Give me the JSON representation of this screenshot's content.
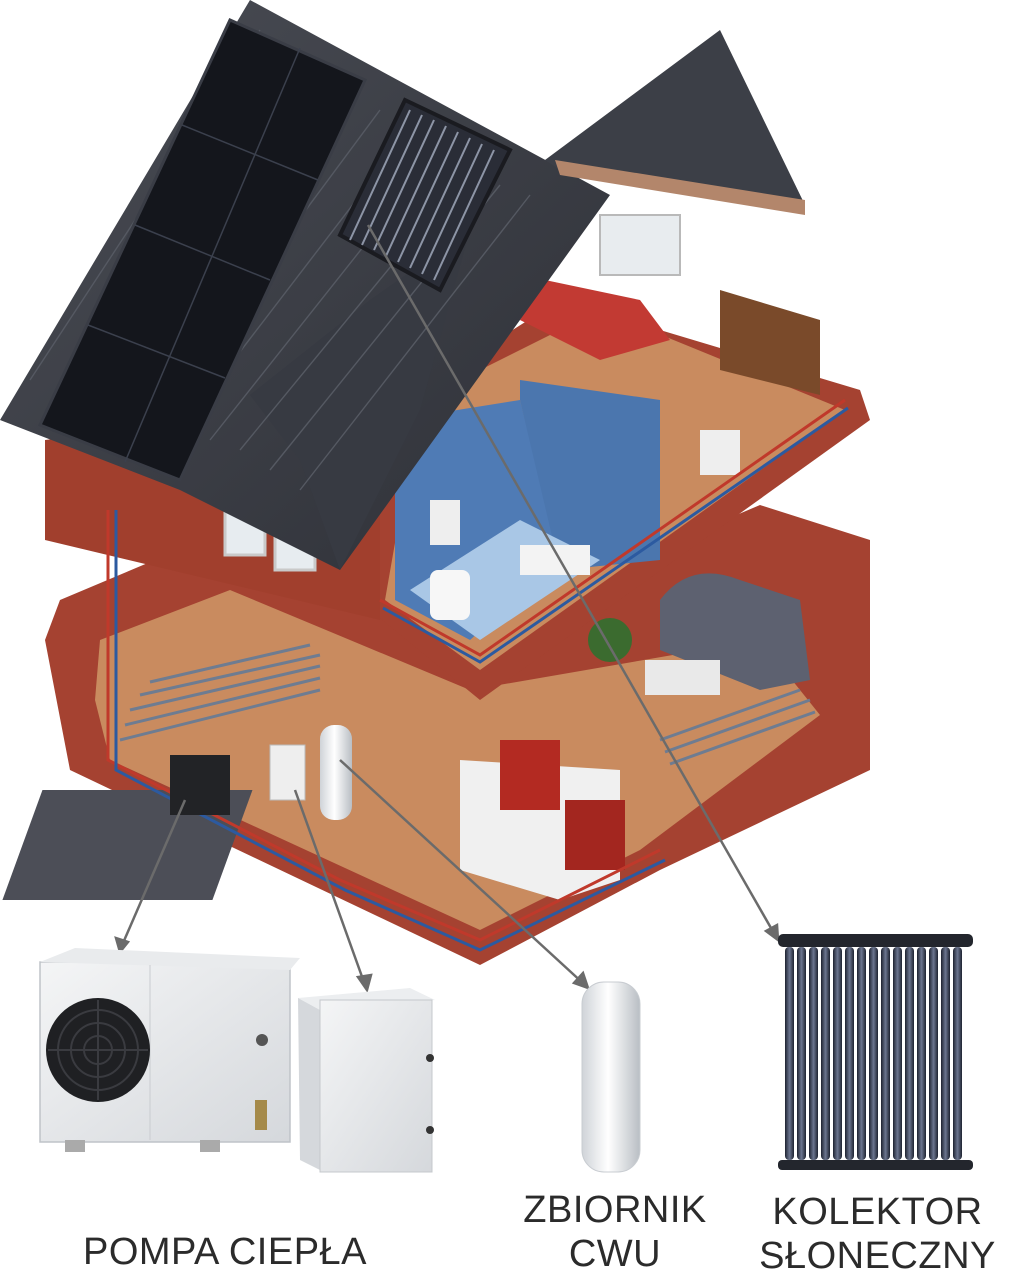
{
  "labels": {
    "heat_pump": "POMPA CIEPŁA",
    "dhw_tank_line1": "ZBIORNIK",
    "dhw_tank_line2": "CWU",
    "solar_collector_line1": "KOLEKTOR",
    "solar_collector_line2": "SŁONECZNY"
  },
  "colors": {
    "roof": "#3d4048",
    "wall_red": "#9c3d2a",
    "floor_wood": "#c68a5e",
    "bathroom_tile": "#4f7bb5",
    "pipe_red": "#c0392b",
    "pipe_blue": "#2c5aa0",
    "leader_line": "#6b6b6b",
    "label_text": "#2b2b2b"
  }
}
